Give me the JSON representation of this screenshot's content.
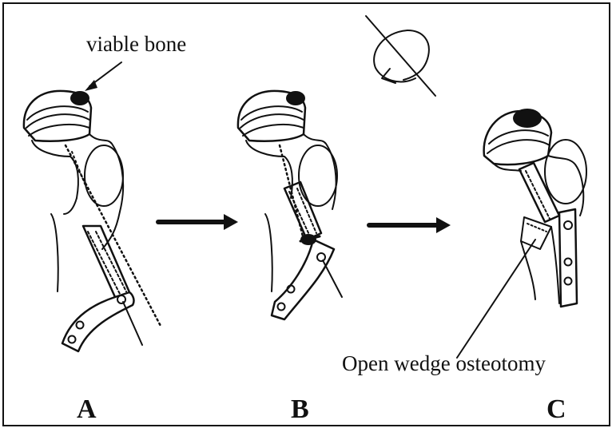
{
  "figure": {
    "annotations": {
      "viable_bone": "viable bone",
      "open_wedge": "Open wedge osteotomy"
    },
    "panels": [
      {
        "label": "A"
      },
      {
        "label": "B"
      },
      {
        "label": "C"
      }
    ]
  },
  "colors": {
    "ink": "#111111",
    "background": "#ffffff"
  }
}
